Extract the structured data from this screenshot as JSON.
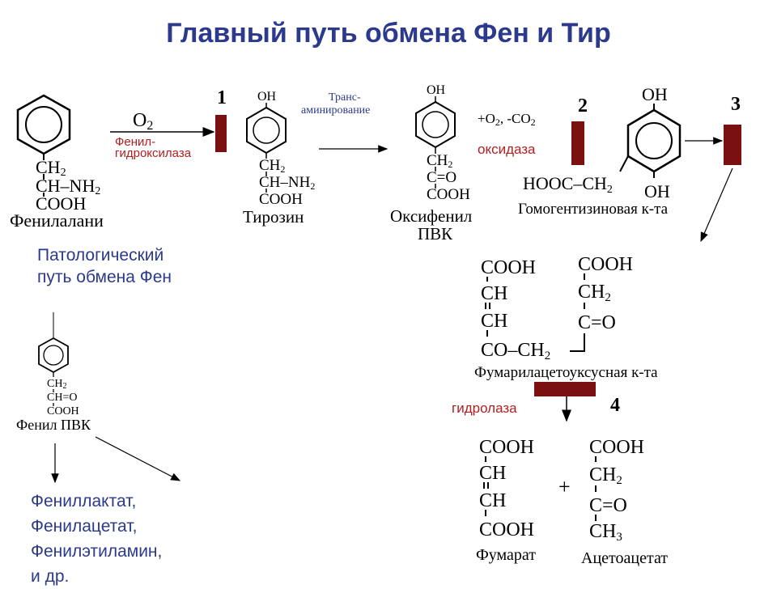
{
  "title": "Главный путь обмена Фен и Тир",
  "pathology": {
    "heading_line1": "Патологический",
    "heading_line2": "путь обмена Фен",
    "products": [
      "Фениллактат,",
      "Фенилацетат,",
      "Фенилэтиламин,",
      "и др."
    ]
  },
  "steps": [
    "1",
    "2",
    "3",
    "4"
  ],
  "compounds": {
    "phenylalanine": {
      "ch2": "CH",
      "ch2_sub": "2",
      "chnh2": "CH–NH",
      "nh2_sub": "2",
      "cooh": "COOH",
      "name": "Фенилалани"
    },
    "tyrosine": {
      "oh": "OH",
      "ch2": "CH",
      "ch2_sub": "2",
      "chnh2": "CH–NH",
      "nh2_sub": "2",
      "cooh": "COOH",
      "name": "Тирозин"
    },
    "oxyphenyl_pvk": {
      "oh": "OH",
      "ch2": "CH",
      "ch2_sub": "2",
      "co": "C=O",
      "cooh": "COOH",
      "name1": "Оксифенил",
      "name2": "ПВК"
    },
    "homogentisic": {
      "oh_top": "OH",
      "oh_bottom": "OH",
      "chain": "HOOC–CH",
      "chain_sub": "2",
      "name": "Гомогентизиновая к-та"
    },
    "fumarylacetoacetic": {
      "l1": "COOH",
      "l2": "CH",
      "l3": "CH",
      "l4": "CO–CH",
      "l4_sub": "2",
      "r1": "COOH",
      "r2": "CH",
      "r2_sub": "2",
      "r3": "C=O",
      "name": "Фумарилацетоуксусная к-та"
    },
    "fumarate": {
      "l1": "COOH",
      "l2": "CH",
      "l3": "CH",
      "l4": "COOH",
      "name": "Фумарат"
    },
    "acetoacetate": {
      "r1": "COOH",
      "r2": "CH",
      "r2_sub": "2",
      "r3": "C=O",
      "r4": "CH",
      "r4_sub": "3",
      "name": "Ацетоацетат"
    },
    "phenyl_pvk": {
      "ch2": "CH",
      "ch2_sub": "2",
      "co": "CH=O",
      "cooh": "COOH",
      "name": "Фенил ПВК"
    }
  },
  "reactions": {
    "r1_cofactor": "O",
    "r1_cofactor_sub": "2",
    "r1_enzyme_line1": "Фенил-",
    "r1_enzyme_line2": "гидроксилаза",
    "transamination_line1": "Транс-",
    "transamination_line2": "аминирование",
    "r2_conditions": "+O",
    "r2_conditions_sub": "2",
    "r2_conditions_tail": ", -CO",
    "r2_conditions_tail_sub": "2",
    "r2_enzyme": "оксидаза",
    "r4_enzyme": "гидролаза",
    "plus": "+"
  },
  "colors": {
    "title": "#2b3a8c",
    "enzyme_text": "#b02020",
    "block": "#7a1010"
  }
}
